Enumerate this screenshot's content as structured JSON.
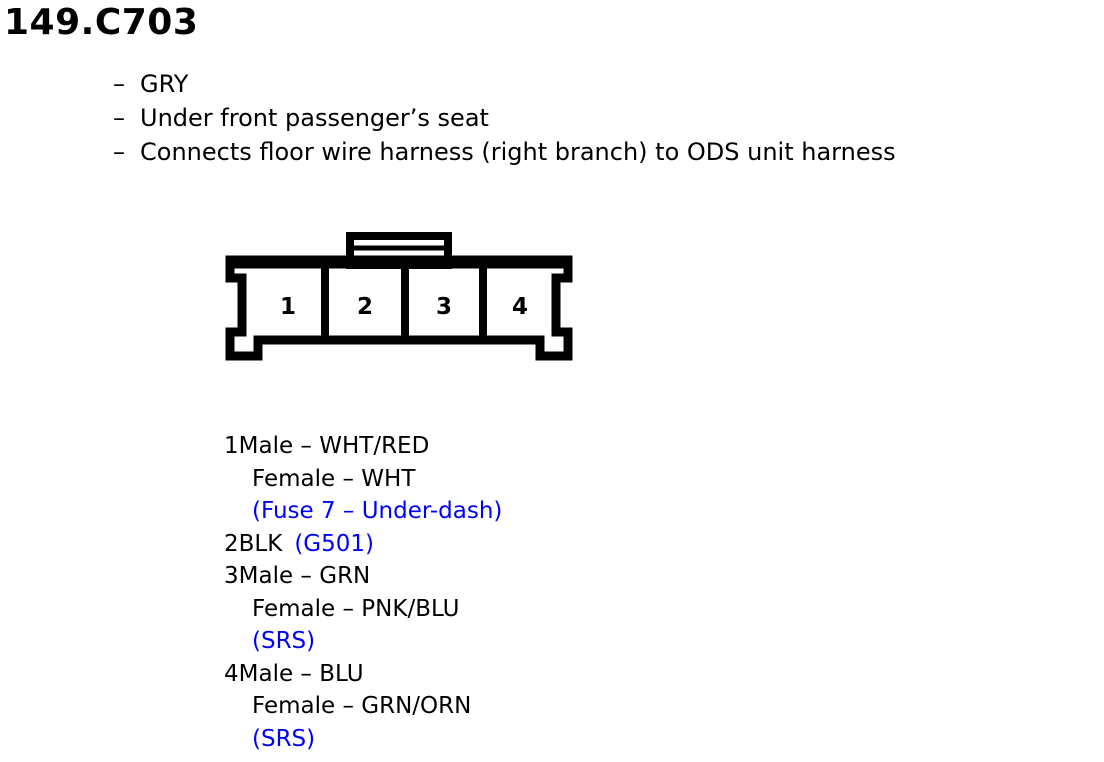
{
  "title": "149.C703",
  "description": [
    {
      "dash": "–",
      "text": "GRY"
    },
    {
      "dash": "–",
      "text": "Under front passenger’s seat"
    },
    {
      "dash": "–",
      "text": "Connects floor wire harness (right branch) to ODS unit harness"
    }
  ],
  "connector": {
    "cavity_labels": [
      "1",
      "2",
      "3",
      "4"
    ]
  },
  "pins": [
    {
      "number": "1",
      "primary": "Male – WHT/RED",
      "secondary": "Female – WHT",
      "reference": "(Fuse 7 – Under-dash)",
      "inline_reference": ""
    },
    {
      "number": "2",
      "primary": "BLK",
      "secondary": "",
      "reference": "",
      "inline_reference": "(G501)"
    },
    {
      "number": "3",
      "primary": "Male – GRN",
      "secondary": "Female – PNK/BLU",
      "reference": "(SRS)",
      "inline_reference": ""
    },
    {
      "number": "4",
      "primary": "Male – BLU",
      "secondary": "Female – GRN/ORN",
      "reference": "(SRS)",
      "inline_reference": ""
    }
  ],
  "colors": {
    "text": "#000000",
    "reference": "#0000ff",
    "background": "#ffffff"
  }
}
